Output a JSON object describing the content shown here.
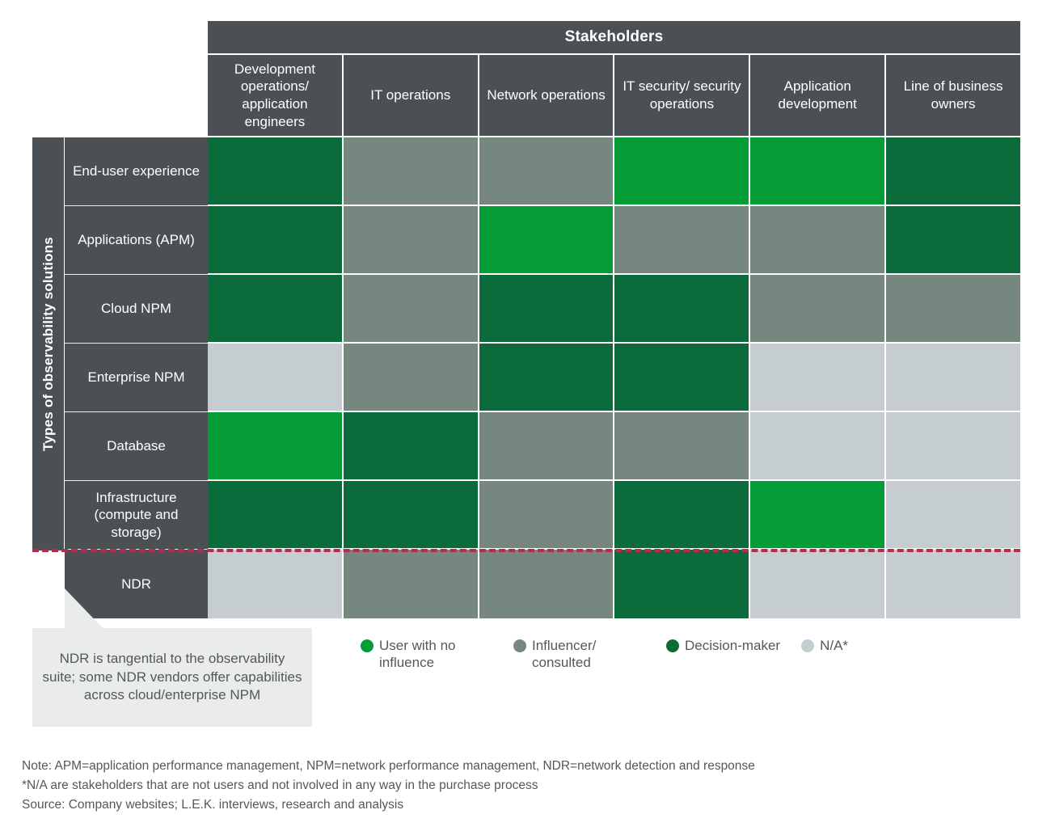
{
  "header": {
    "title": "Stakeholders",
    "columns": [
      "Development operations/ application engineers",
      "IT operations",
      "Network operations",
      "IT security/ security operations",
      "Application development",
      "Line of business owners"
    ]
  },
  "axis": {
    "row_axis_label": "Types of observability solutions"
  },
  "chart_data": {
    "type": "heatmap",
    "title": "Stakeholders",
    "xlabel": "Stakeholders",
    "ylabel": "Types of observability solutions",
    "grid": true,
    "legend_position": "bottom",
    "categories": [
      "Development operations/ application engineers",
      "IT operations",
      "Network operations",
      "IT security/ security operations",
      "Application development",
      "Line of business owners"
    ],
    "rows": [
      "End-user experience",
      "Applications (APM)",
      "Cloud NPM",
      "Enterprise NPM",
      "Database",
      "Infrastructure (compute and storage)",
      "NDR"
    ],
    "value_levels": [
      "user",
      "influencer",
      "decision",
      "na"
    ],
    "level_labels": {
      "user": "User with no influence",
      "influencer": "Influencer/ consulted",
      "decision": "Decision-maker",
      "na": "N/A*"
    },
    "level_colors": {
      "user": "#039c36",
      "influencer": "#76877f",
      "decision": "#0b6b3a",
      "na": "#c5cdd0"
    },
    "matrix": [
      [
        "decision",
        "influencer",
        "influencer",
        "user",
        "user",
        "decision"
      ],
      [
        "decision",
        "influencer",
        "user",
        "influencer",
        "influencer",
        "decision"
      ],
      [
        "decision",
        "influencer",
        "decision",
        "decision",
        "influencer",
        "influencer"
      ],
      [
        "na",
        "influencer",
        "decision",
        "decision",
        "na",
        "na"
      ],
      [
        "user",
        "decision",
        "influencer",
        "influencer",
        "na",
        "na"
      ],
      [
        "decision",
        "decision",
        "influencer",
        "decision",
        "user",
        "na"
      ],
      [
        "na",
        "influencer",
        "influencer",
        "decision",
        "na",
        "na"
      ]
    ]
  },
  "legend": [
    {
      "label": "User with no influence",
      "color": "#039c36",
      "key": "user"
    },
    {
      "label": "Influencer/ consulted",
      "color": "#76877f",
      "key": "influencer"
    },
    {
      "label": "Decision-maker",
      "color": "#0b6b3a",
      "key": "decision"
    },
    {
      "label": "N/A*",
      "color": "#c5cdd0",
      "key": "na"
    }
  ],
  "callout": {
    "text": "NDR is tangential to the observability suite; some NDR vendors offer capabilities across cloud/enterprise NPM"
  },
  "divider": {
    "color": "#b32d4d"
  },
  "footnotes": [
    "Note: APM=application performance management, NPM=network performance management, NDR=network detection and response",
    "*N/A are stakeholders that are not users and not involved in any way in the purchase process",
    "Source: Company websites; L.E.K. interviews, research and analysis"
  ]
}
